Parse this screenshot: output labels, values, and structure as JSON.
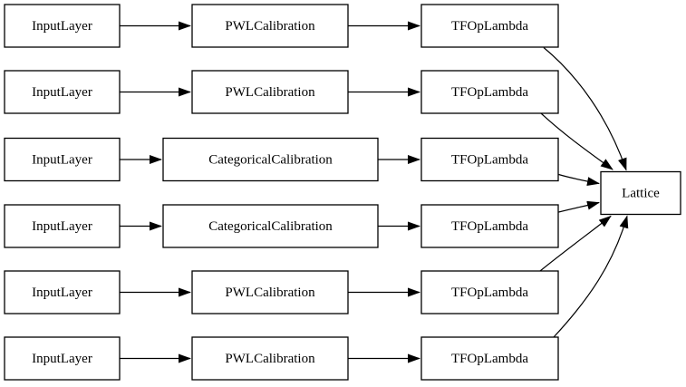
{
  "diagram": {
    "title": "keras-model-graph",
    "background_color": "#ffffff",
    "node_fill_color": "#ffffff",
    "node_border_color": "#000000",
    "edge_color": "#000000",
    "text_color": "#000000",
    "rows": [
      {
        "input": "InputLayer",
        "calibration": "PWLCalibration",
        "op": "TFOpLambda"
      },
      {
        "input": "InputLayer",
        "calibration": "PWLCalibration",
        "op": "TFOpLambda"
      },
      {
        "input": "InputLayer",
        "calibration": "CategoricalCalibration",
        "op": "TFOpLambda"
      },
      {
        "input": "InputLayer",
        "calibration": "CategoricalCalibration",
        "op": "TFOpLambda"
      },
      {
        "input": "InputLayer",
        "calibration": "PWLCalibration",
        "op": "TFOpLambda"
      },
      {
        "input": "InputLayer",
        "calibration": "PWLCalibration",
        "op": "TFOpLambda"
      }
    ],
    "output_node": {
      "label": "Lattice"
    }
  }
}
